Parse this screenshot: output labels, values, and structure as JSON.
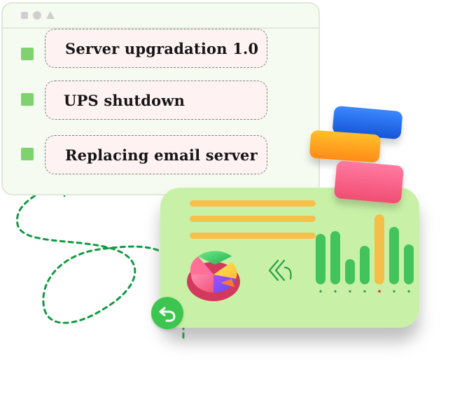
{
  "tasks": [
    {
      "label": "Server upgradation 1.0"
    },
    {
      "label": "UPS shutdown"
    },
    {
      "label": "Replacing email server"
    }
  ],
  "colors": {
    "window_bg": "#f6fbf1",
    "window_border": "#dfe9d7",
    "task_bg": "#fff2f2",
    "bullet": "#7ed36d",
    "dashboard_bg": "#c8f1a7",
    "accent_line": "#f8bf4d",
    "bar_green": "#42c35b",
    "bar_highlight": "#f5bf47",
    "dash_line": "#129a42"
  },
  "icons": {
    "window_controls": [
      "square-icon",
      "circle-icon",
      "triangle-icon"
    ],
    "task_bullet": "square-bullet-icon",
    "pie": "pie-chart-icon",
    "back": "double-chevron-left-icon",
    "undo": "undo-icon",
    "sticky_notes": [
      "blue-note-icon",
      "orange-note-icon",
      "pink-note-icon"
    ]
  },
  "bar_series": {
    "values": [
      72,
      76,
      36,
      55,
      100,
      82,
      57
    ],
    "highlight_index": 4
  }
}
